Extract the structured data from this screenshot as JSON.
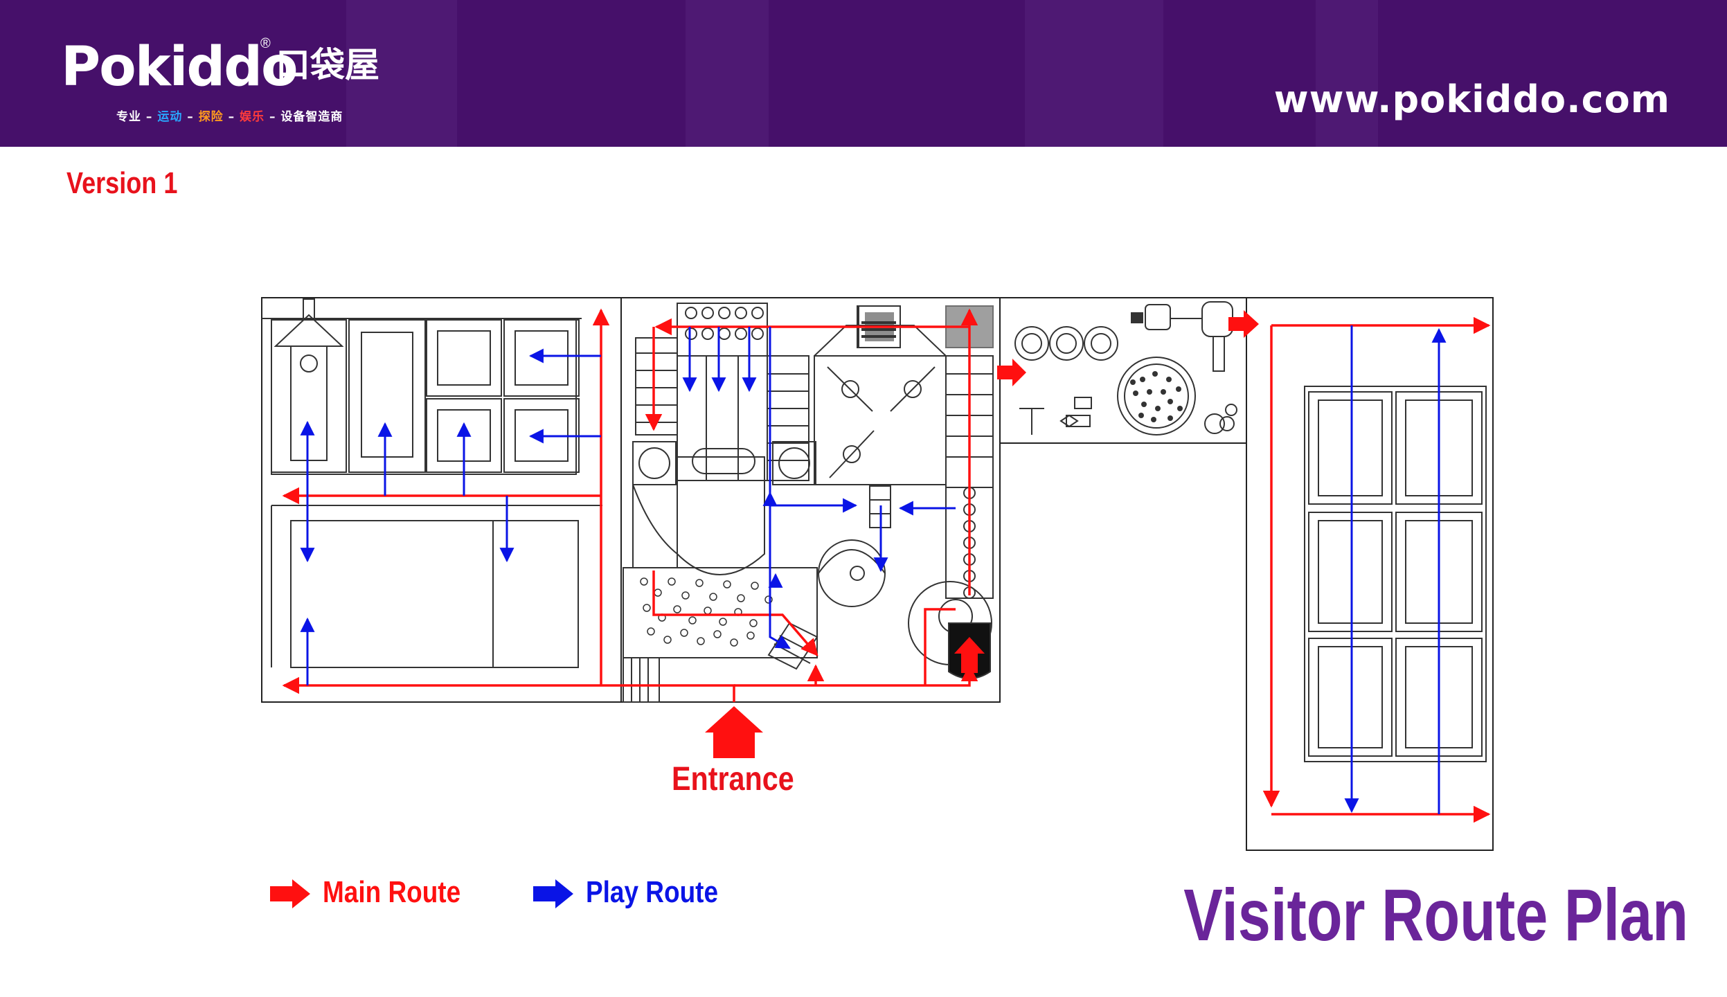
{
  "header": {
    "brand_name": "Pokiddo",
    "brand_name_cn": "口袋屋",
    "registered_mark": "®",
    "tagline": {
      "part1": "专业 – ",
      "part2": "运动",
      "part3": " – ",
      "part4": "探险",
      "part5": " – ",
      "part6": "娱乐",
      "part7": " – 设备智造商"
    },
    "url": "www.pokiddo.com"
  },
  "version_label": "Version 1",
  "entrance_label": "Entrance",
  "legend": {
    "main_route": "Main Route",
    "play_route": "Play Route"
  },
  "title": "Visitor Route Plan",
  "colors": {
    "header_bg": "#46106a",
    "main_route": "#ff1010",
    "play_route": "#0a14e6",
    "title": "#6a259a",
    "label_red": "#e8121c"
  }
}
